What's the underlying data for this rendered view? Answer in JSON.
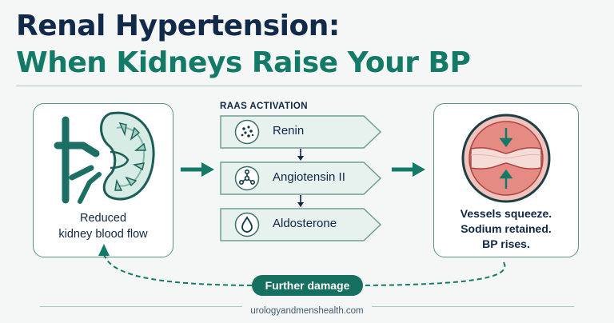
{
  "title": {
    "line1": "Renal Hypertension:",
    "line2": "When Kidneys Raise Your BP"
  },
  "left_card": {
    "icon": "kidney-icon",
    "caption_line1": "Reduced",
    "caption_line2": "kidney blood flow"
  },
  "raas": {
    "heading": "RAAS ACTIVATION",
    "steps": [
      {
        "label": "Renin",
        "icon": "molecule-dots-icon"
      },
      {
        "label": "Angiotensin II",
        "icon": "molecule-network-icon"
      },
      {
        "label": "Aldosterone",
        "icon": "droplet-icon"
      }
    ]
  },
  "right_card": {
    "icon": "constricted-vessel-icon",
    "caption_line1": "Vessels squeeze.",
    "caption_line2": "Sodium retained.",
    "caption_line3": "BP rises."
  },
  "feedback": {
    "label": "Further damage"
  },
  "footer": {
    "site": "urologyandmenshealth.com"
  },
  "colors": {
    "navy": "#112a4a",
    "teal": "#137a67",
    "card_border": "#5d8f86",
    "step_fill": "#e7f2ef",
    "vessel_red": "#d9625d"
  }
}
